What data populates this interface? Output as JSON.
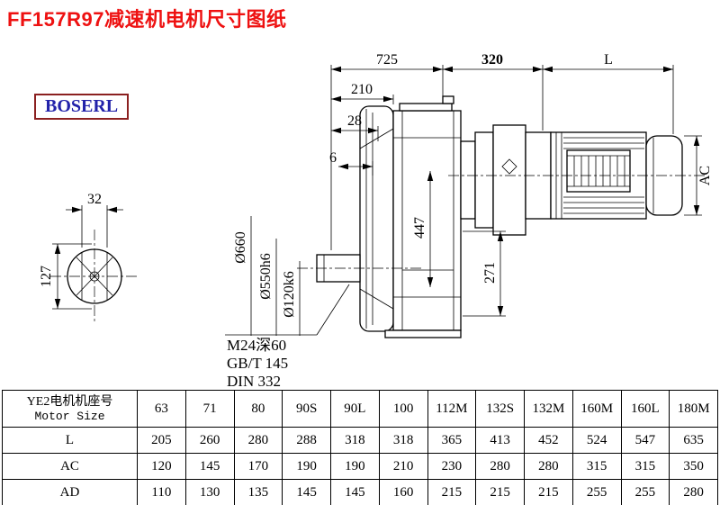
{
  "title": "FF157R97减速机电机尺寸图纸",
  "logo": "BOSERL",
  "drawing": {
    "dim_725": "725",
    "dim_320": "320",
    "dim_L": "L",
    "dim_210": "210",
    "dim_28": "28",
    "dim_6": "6",
    "dim_32": "32",
    "dim_127": "127",
    "dim_447": "447",
    "dim_271": "271",
    "dim_AC": "AC",
    "dia_660": "Ø660",
    "dia_550": "Ø550h6",
    "dia_120": "Ø120k6",
    "note_thread": "M24深60",
    "note_gb": "GB/T 145",
    "note_din": "DIN 332"
  },
  "table": {
    "header_cn": "YE2电机机座号",
    "header_en": "Motor Size",
    "columns": [
      "63",
      "71",
      "80",
      "90S",
      "90L",
      "100",
      "112M",
      "132S",
      "132M",
      "160M",
      "160L",
      "180M"
    ],
    "rows": [
      {
        "label": "L",
        "values": [
          "205",
          "260",
          "280",
          "288",
          "318",
          "318",
          "365",
          "413",
          "452",
          "524",
          "547",
          "635"
        ]
      },
      {
        "label": "AC",
        "values": [
          "120",
          "145",
          "170",
          "190",
          "190",
          "210",
          "230",
          "280",
          "280",
          "315",
          "315",
          "350"
        ]
      },
      {
        "label": "AD",
        "values": [
          "110",
          "130",
          "135",
          "145",
          "145",
          "160",
          "215",
          "215",
          "215",
          "255",
          "255",
          "280"
        ]
      }
    ]
  }
}
